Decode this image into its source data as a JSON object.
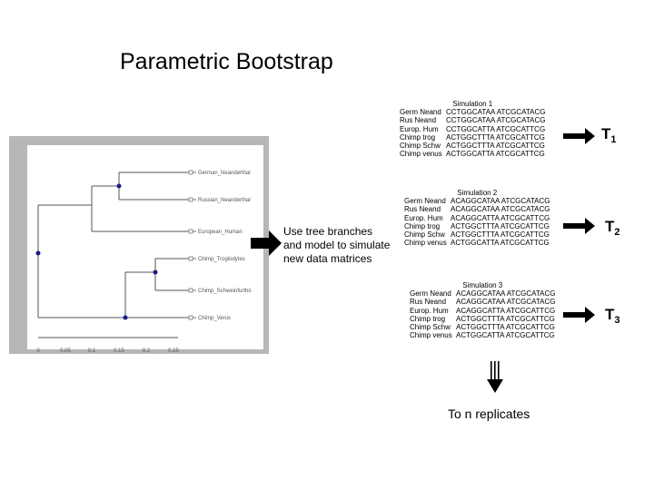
{
  "title": "Parametric Bootstrap",
  "caption": [
    "Use tree branches",
    "and model to simulate",
    "new data matrices"
  ],
  "tree": {
    "leaves": [
      "German_Neanderthal",
      "Russian_Neanderthal",
      "European_Human",
      "Chimp_Troglodytes",
      "Chimp_Schweinfurthii",
      "Chimp_Verus"
    ],
    "axis_ticks": [
      "0",
      "0.05",
      "0.1",
      "0.15",
      "0.2",
      "0.25"
    ]
  },
  "simulations": [
    {
      "title": "Simulation 1",
      "rows": [
        [
          "Germ Neand",
          "CCTGGCATAA ATCGCATACG"
        ],
        [
          "Rus Neand",
          "CCTGGCATAA ATCGCATACG"
        ],
        [
          "Europ. Hum",
          "CCTGGCATTA ATCGCATTCG"
        ],
        [
          "Chimp trog",
          "ACTGGCTTTA ATCGCATTCG"
        ],
        [
          "Chimp Schw",
          "ACTGGCTTTA ATCGCATTCG"
        ],
        [
          "Chimp venus",
          "ACTGGCATTA ATCGCATTCG"
        ]
      ],
      "tree_label": "T",
      "tree_index": "1"
    },
    {
      "title": "Simulation 2",
      "rows": [
        [
          "Germ Neand",
          "ACAGGCATAA ATCGCATACG"
        ],
        [
          "Rus Neand",
          "ACAGGCATAA ATCGCATACG"
        ],
        [
          "Europ. Hum",
          "ACAGGCATTA ATCGCATTCG"
        ],
        [
          "Chimp trog",
          "ACTGGCTTTA ATCGCATTCG"
        ],
        [
          "Chimp Schw",
          "ACTGGCTTTA ATCGCATTCG"
        ],
        [
          "Chimp venus",
          "ACTGGCATTA ATCGCATTCG"
        ]
      ],
      "tree_label": "T",
      "tree_index": "2"
    },
    {
      "title": "Simulation 3",
      "rows": [
        [
          "Germ Neand",
          "ACAGGCATAA ATCGCATACG"
        ],
        [
          "Rus Neand",
          "ACAGGCATAA ATCGCATACG"
        ],
        [
          "Europ. Hum",
          "ACAGGCATTA ATCGCATTCG"
        ],
        [
          "Chimp trog",
          "ACTGGCTTTA ATCGCATTCG"
        ],
        [
          "Chimp Schw",
          "ACTGGCTTTA ATCGCATTCG"
        ],
        [
          "Chimp venus",
          "ACTGGCATTA ATCGCATTCG"
        ]
      ],
      "tree_label": "T",
      "tree_index": "3"
    }
  ],
  "replicates_label": "To n replicates"
}
